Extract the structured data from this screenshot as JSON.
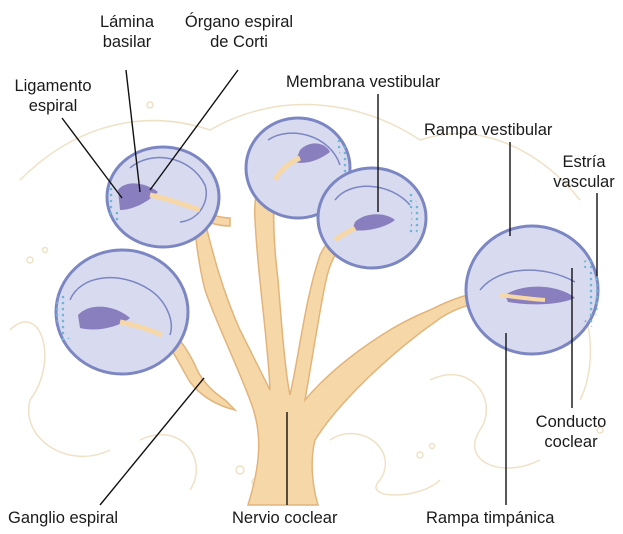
{
  "labels": {
    "lamina_basilar": [
      "Lámina",
      "basilar"
    ],
    "organo_corti": [
      "Órgano espiral",
      "de Corti"
    ],
    "ligamento_espiral": [
      "Ligamento",
      "espiral"
    ],
    "membrana_vestibular": "Membrana vestibular",
    "rampa_vestibular": "Rampa vestibular",
    "estria_vascular": [
      "Estría",
      "vascular"
    ],
    "conducto_coclear": [
      "Conducto",
      "coclear"
    ],
    "ganglio_espiral": "Ganglio espiral",
    "nervio_coclear": "Nervio coclear",
    "rampa_timpanica": "Rampa timpánica"
  },
  "colors": {
    "nerve": "#f6d7a8",
    "nerve_outline": "#e2b47a",
    "duct_fill": "#d8dbf0",
    "duct_outline": "#7b86c2",
    "organ": "#8a7fbe",
    "stria": "#6fb4d6",
    "background_texture": "#efe1c6",
    "leader_line": "#111111"
  }
}
